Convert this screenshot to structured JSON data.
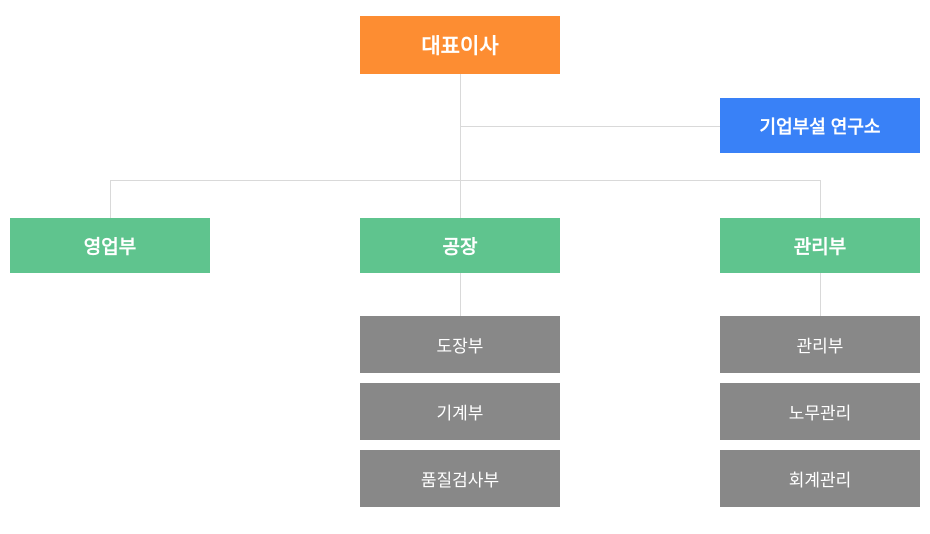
{
  "org_chart": {
    "root": {
      "label": "대표이사"
    },
    "research": {
      "label": "기업부설 연구소"
    },
    "departments": [
      {
        "label": "영업부",
        "children": []
      },
      {
        "label": "공장",
        "children": [
          {
            "label": "도장부"
          },
          {
            "label": "기계부"
          },
          {
            "label": "품질검사부"
          }
        ]
      },
      {
        "label": "관리부",
        "children": [
          {
            "label": "관리부"
          },
          {
            "label": "노무관리"
          },
          {
            "label": "회계관리"
          }
        ]
      }
    ]
  },
  "colors": {
    "root_bg": "#FD8D32",
    "research_bg": "#3981F7",
    "department_bg": "#5FC48E",
    "sub_department_bg": "#888888",
    "connector": "#D9D9D9",
    "text": "#FFFFFF",
    "background": "#FFFFFF"
  }
}
